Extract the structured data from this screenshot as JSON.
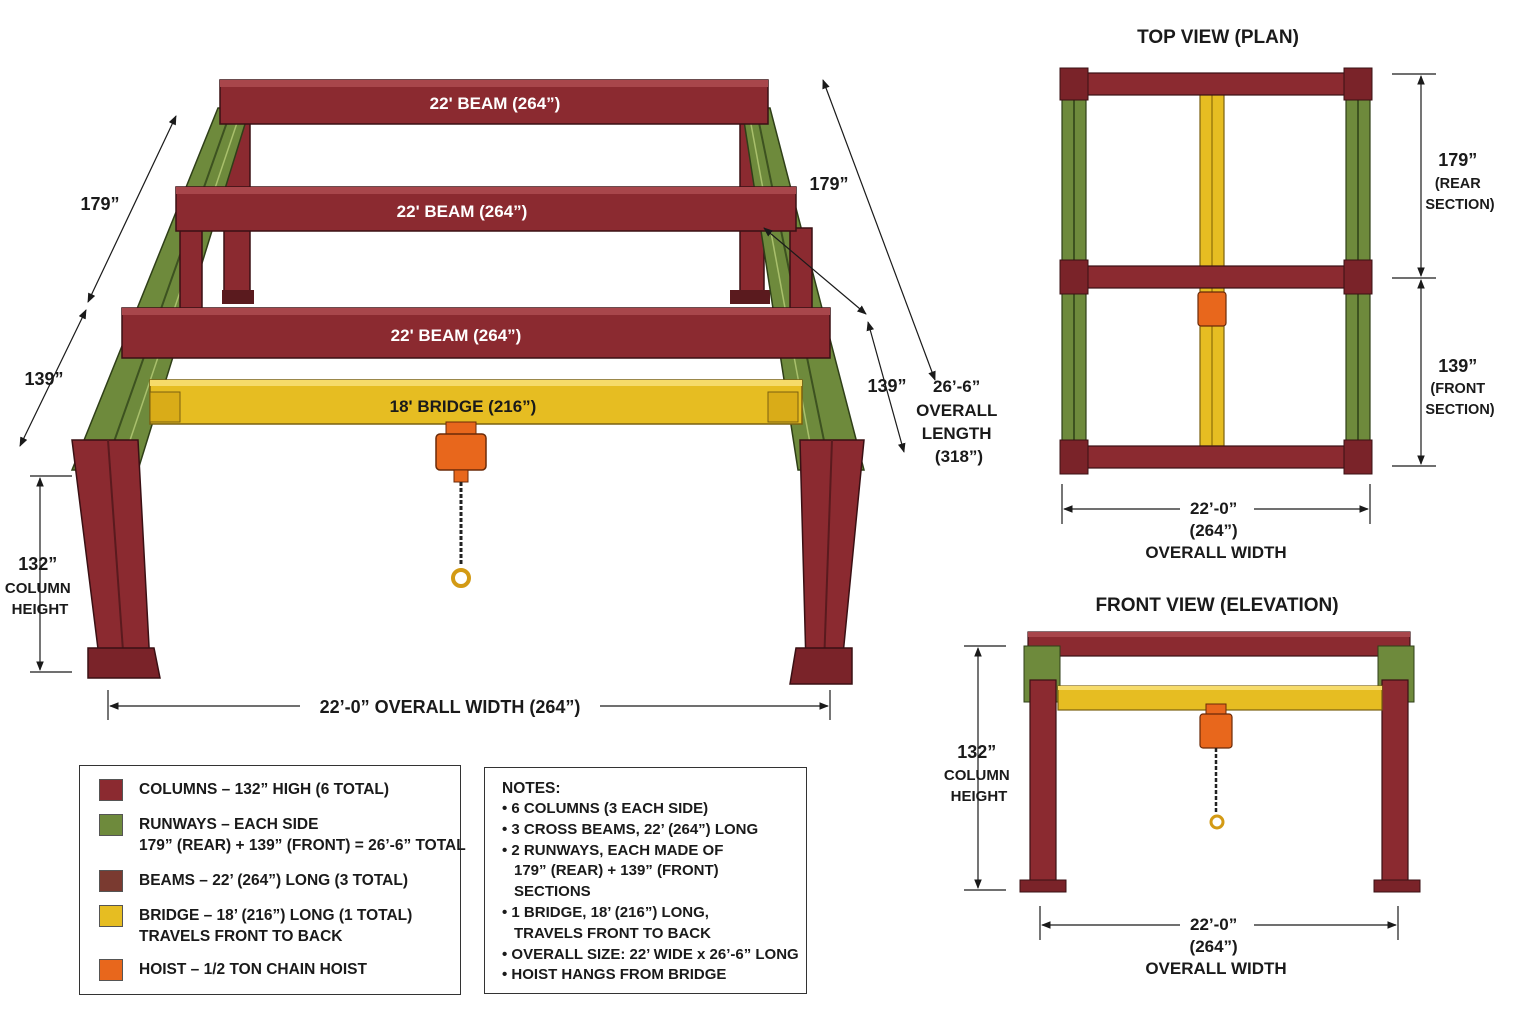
{
  "colors": {
    "column": "#8b2a30",
    "runway": "#6e8a3c",
    "beam": "#7a3a30",
    "bridge": "#e6bd22",
    "hoist": "#e8671c",
    "line": "#1a1a1a"
  },
  "iso": {
    "beams": [
      "22' BEAM (264”)",
      "22' BEAM (264”)",
      "22' BEAM (264”)"
    ],
    "bridge": "18' BRIDGE (216”)",
    "left_rear": "179”",
    "left_front": "139”",
    "right_rear": "179”",
    "right_front": "139”",
    "overall_length": [
      "26’-6”",
      "OVERALL",
      "LENGTH",
      "(318”)"
    ],
    "column_height": [
      "132”",
      "COLUMN",
      "HEIGHT"
    ],
    "overall_width": "22’-0” OVERALL WIDTH (264”)"
  },
  "top_view": {
    "title": "TOP VIEW (PLAN)",
    "rear": [
      "179”",
      "(REAR",
      "SECTION)"
    ],
    "front": [
      "139”",
      "(FRONT",
      "SECTION)"
    ],
    "width": [
      "22’-0”",
      "(264”)",
      "OVERALL WIDTH"
    ]
  },
  "front_view": {
    "title": "FRONT VIEW (ELEVATION)",
    "height": [
      "132”",
      "COLUMN",
      "HEIGHT"
    ],
    "width": [
      "22’-0”",
      "(264”)",
      "OVERALL WIDTH"
    ]
  },
  "legend": [
    {
      "key": "column",
      "lines": [
        "COLUMNS – 132” HIGH (6 TOTAL)"
      ]
    },
    {
      "key": "runway",
      "lines": [
        "RUNWAYS – EACH SIDE",
        "179” (REAR) + 139” (FRONT) = 26’-6” TOTAL"
      ]
    },
    {
      "key": "beam",
      "lines": [
        "BEAMS – 22’ (264”) LONG (3 TOTAL)"
      ]
    },
    {
      "key": "bridge",
      "lines": [
        "BRIDGE – 18’ (216”) LONG (1 TOTAL)",
        "TRAVELS FRONT TO BACK"
      ]
    },
    {
      "key": "hoist",
      "lines": [
        "HOIST – 1/2 TON CHAIN HOIST"
      ]
    }
  ],
  "notes": {
    "title": "NOTES:",
    "items": [
      [
        "6 COLUMNS (3 EACH SIDE)"
      ],
      [
        "3 CROSS BEAMS, 22’ (264”) LONG"
      ],
      [
        "2 RUNWAYS, EACH MADE OF",
        "179” (REAR) + 139” (FRONT)",
        "SECTIONS"
      ],
      [
        "1 BRIDGE, 18’ (216”) LONG,",
        "TRAVELS FRONT TO BACK"
      ],
      [
        "OVERALL SIZE: 22’ WIDE x 26’-6” LONG"
      ],
      [
        "HOIST HANGS FROM BRIDGE"
      ]
    ]
  }
}
